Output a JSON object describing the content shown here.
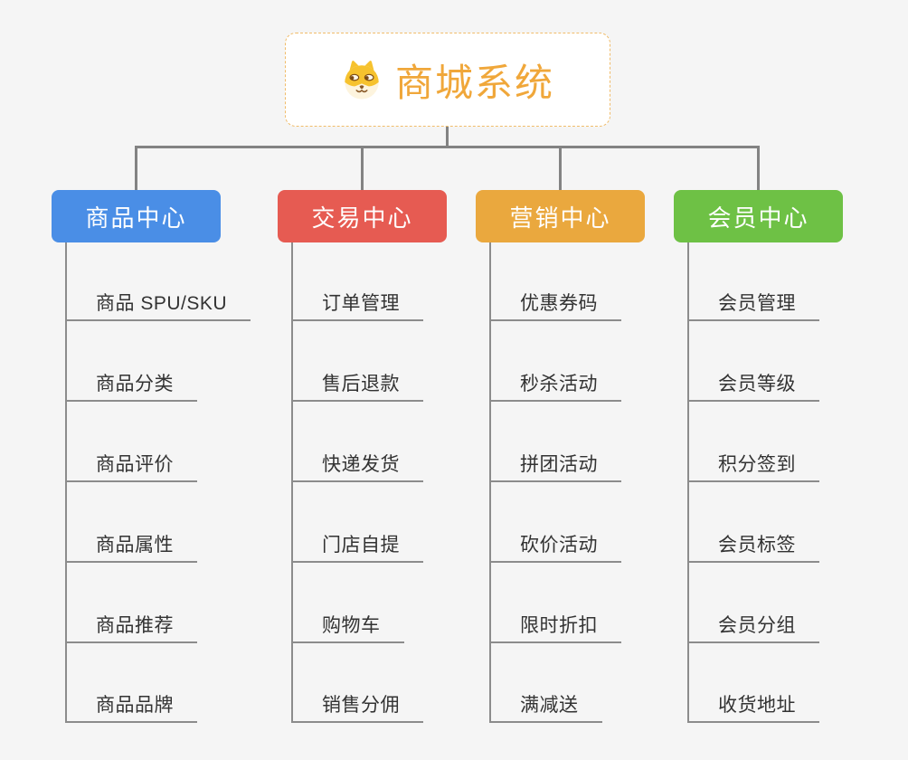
{
  "canvas": {
    "background": "#f5f5f5",
    "connector_color": "#838383",
    "leaf_line_color": "#8c8c8c",
    "leaf_text_color": "#333333"
  },
  "root": {
    "title": "商城系统",
    "icon": "shiba-dog-icon",
    "accent_color": "#f0a73a",
    "border_color": "#f0bc6a",
    "background": "#ffffff"
  },
  "branches": [
    {
      "label": "商品中心",
      "color": "#4a8ee6",
      "items": [
        "商品 SPU/SKU",
        "商品分类",
        "商品评价",
        "商品属性",
        "商品推荐",
        "商品品牌"
      ]
    },
    {
      "label": "交易中心",
      "color": "#e65b52",
      "items": [
        "订单管理",
        "售后退款",
        "快递发货",
        "门店自提",
        "购物车",
        "销售分佣"
      ]
    },
    {
      "label": "营销中心",
      "color": "#eaa83e",
      "items": [
        "优惠券码",
        "秒杀活动",
        "拼团活动",
        "砍价活动",
        "限时折扣",
        "满减送"
      ]
    },
    {
      "label": "会员中心",
      "color": "#6ec145",
      "items": [
        "会员管理",
        "会员等级",
        "积分签到",
        "会员标签",
        "会员分组",
        "收货地址"
      ]
    }
  ]
}
